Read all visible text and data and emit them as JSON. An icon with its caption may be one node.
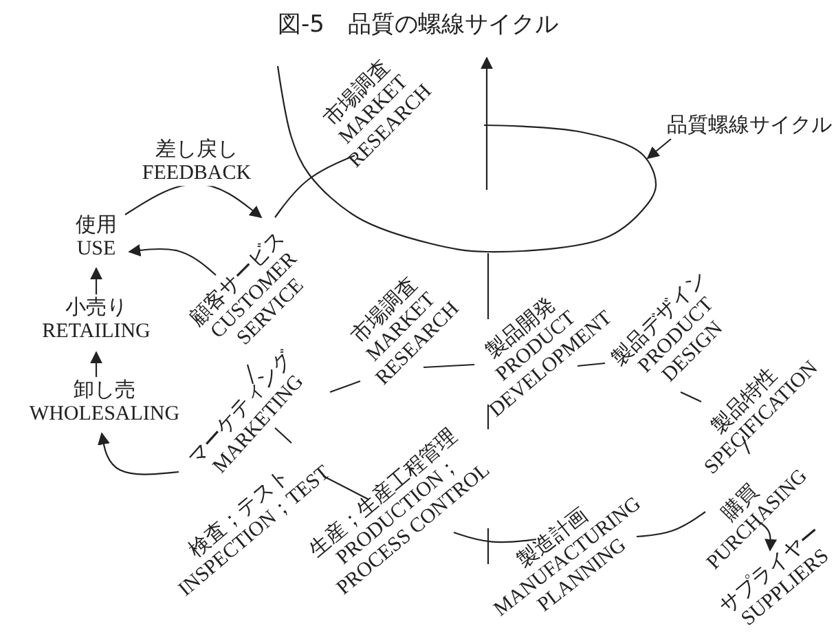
{
  "diagram": {
    "title": "図-5　品質の螺線サイクル",
    "nodes": [
      {
        "text": [
          "市場調査",
          "MARKET RESEARCH"
        ]
      },
      {
        "text": [
          "品質螺線サイクル"
        ]
      },
      {
        "text": [
          "使用",
          "USE"
        ]
      },
      {
        "text": [
          "顧客サービス",
          "CUSTOMER SERVICE"
        ]
      },
      {
        "text": [
          "小売り",
          "RETAILING"
        ]
      },
      {
        "text": [
          "市場調査",
          "MARKET RESEARCH"
        ]
      },
      {
        "text": [
          "製品開発",
          "PRODUCT DEVELOPMENT"
        ]
      },
      {
        "text": [
          "製品デザイン",
          "PRODUCT DESIGN"
        ]
      },
      {
        "text": [
          "卸し売",
          "WHOLESALING"
        ]
      },
      {
        "text": [
          "マーケティング",
          "MARKETING"
        ]
      },
      {
        "text": [
          "製品特性",
          "SPECIFICATION"
        ]
      },
      {
        "text": [
          "検査；テスト",
          "INSPECTION；TEST"
        ]
      },
      {
        "text": [
          "生産；生産工程管理",
          "PRODUCTION； PROCESS CONTROL"
        ]
      },
      {
        "text": [
          "購買",
          "PURCHASING"
        ]
      },
      {
        "text": [
          "製造計画",
          "MANUFACTURING PLANNING"
        ]
      },
      {
        "text": [
          "サプライヤー",
          "SUPPLIERS"
        ]
      }
    ],
    "edges": [
      {
        "from": 3,
        "to": 0,
        "arrow": "none"
      },
      {
        "from": 2,
        "to": 3,
        "arrow": "to",
        "label": "差し戻し FEEDBACK"
      },
      {
        "from": 3,
        "to": 2,
        "arrow": "to"
      },
      {
        "from": 4,
        "to": 2,
        "arrow": "to"
      },
      {
        "from": 8,
        "to": 4,
        "arrow": "to"
      },
      {
        "from": 9,
        "to": 8,
        "arrow": "to"
      },
      {
        "from": 3,
        "to": 9,
        "arrow": "none"
      },
      {
        "from": 9,
        "to": 5,
        "arrow": "none"
      },
      {
        "from": 9,
        "to": 11,
        "arrow": "none"
      },
      {
        "from": 11,
        "to": 12,
        "arrow": "none"
      },
      {
        "from": 5,
        "to": 6,
        "arrow": "none"
      },
      {
        "from": 6,
        "to": 7,
        "arrow": "none"
      },
      {
        "from": 7,
        "to": 10,
        "arrow": "none"
      },
      {
        "from": 10,
        "to": 13,
        "arrow": "none"
      },
      {
        "from": 13,
        "to": 14,
        "arrow": "none"
      },
      {
        "from": 14,
        "to": 12,
        "arrow": "none"
      },
      {
        "from": 13,
        "to": 15,
        "arrow": "to"
      },
      {
        "from": 1,
        "to": null,
        "arrow": "to"
      }
    ]
  }
}
